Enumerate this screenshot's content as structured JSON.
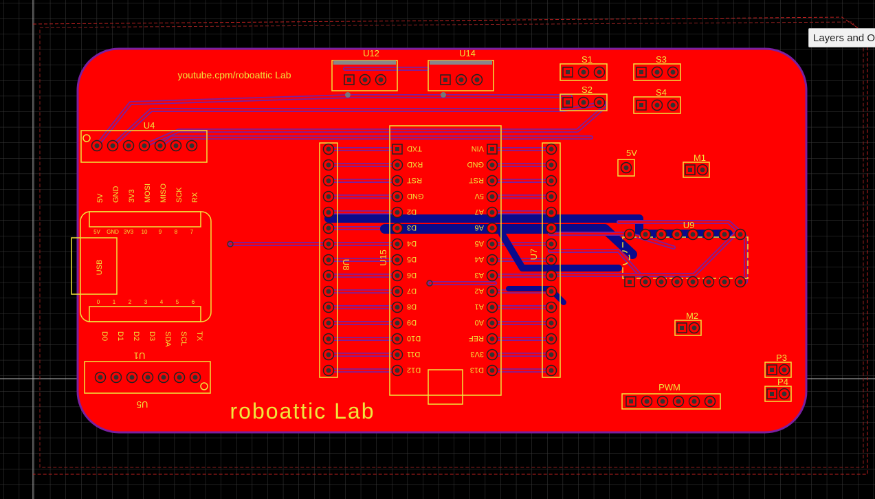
{
  "panel": {
    "label": "Layers and O"
  },
  "board": {
    "url_text": "youtube.cpm/roboattic Lab",
    "brand_text": "roboattic Lab",
    "colors": {
      "background": "#000000",
      "copper": "#ff0000",
      "silk": "#f0e63c",
      "trace": "#0a0a8c",
      "outline": "#7a1fa0"
    }
  },
  "components": {
    "u12": "U12",
    "u14": "U14",
    "s1": "S1",
    "s2": "S2",
    "s3": "S3",
    "s4": "S4",
    "u4": "U4",
    "u5": "U5",
    "u1": "U1",
    "u7": "U7",
    "u8": "U8",
    "u9": "U9",
    "u15": "U15",
    "pin_5v": "5V",
    "m1": "M1",
    "m2": "M2",
    "p3": "P3",
    "p4": "P4",
    "pwm": "PWM"
  },
  "module": {
    "usb": "USB",
    "top_pins": [
      "5V",
      "GND",
      "3V3",
      "MOSI",
      "MISO",
      "SCK",
      "RX"
    ],
    "top_inner": [
      "5V",
      "GND",
      "3V3",
      "10",
      "9",
      "8",
      "7"
    ],
    "bottom_pins": [
      "D0",
      "D1",
      "D2",
      "D3",
      "SDA",
      "SCL",
      "TX"
    ],
    "bottom_inner": [
      "0",
      "1",
      "2",
      "3",
      "4",
      "5",
      "6"
    ]
  },
  "nano": {
    "left_pins": [
      "TXD",
      "RXD",
      "RST",
      "GND",
      "D2",
      "D3",
      "D4",
      "D5",
      "D6",
      "D7",
      "D8",
      "D9",
      "D10",
      "D11",
      "D12"
    ],
    "right_pins": [
      "VIN",
      "GND",
      "RST",
      "5V",
      "A7",
      "A6",
      "A5",
      "A4",
      "A3",
      "A2",
      "A1",
      "A0",
      "REF",
      "3V3",
      "D13"
    ]
  }
}
